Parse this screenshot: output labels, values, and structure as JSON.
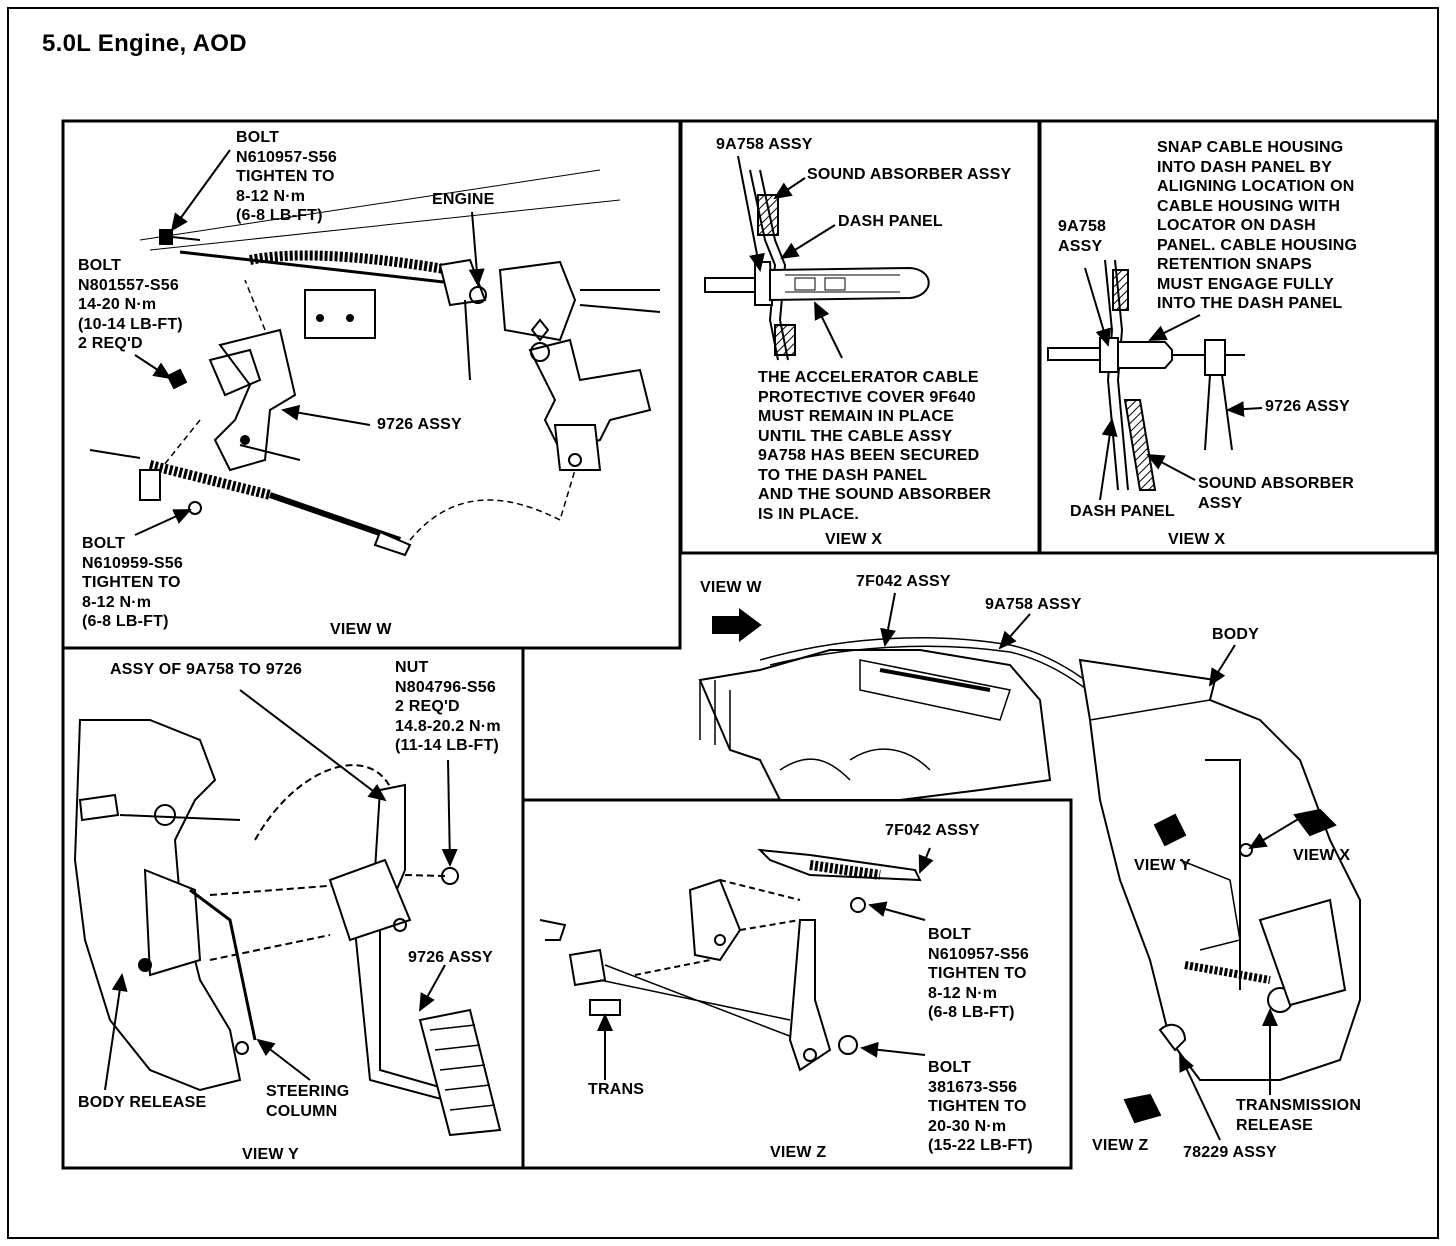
{
  "title": "5.0L Engine, AOD",
  "view_w": {
    "caption": "VIEW W",
    "bolt_top": "BOLT\nN610957-S56\nTIGHTEN TO\n8-12 N·m\n(6-8 LB-FT)",
    "engine": "ENGINE",
    "bolt_left": "BOLT\nN801557-S56\n14-20 N·m\n(10-14 LB-FT)\n2 REQ'D",
    "assy_9726": "9726 ASSY",
    "bolt_bottom": "BOLT\nN610959-S56\nTIGHTEN TO\n8-12 N·m\n(6-8 LB-FT)"
  },
  "view_x1": {
    "caption": "VIEW X",
    "assy_9a758": "9A758 ASSY",
    "sound_absorber": "SOUND ABSORBER ASSY",
    "dash_panel": "DASH PANEL",
    "note": "THE ACCELERATOR CABLE\nPROTECTIVE COVER 9F640\nMUST REMAIN IN PLACE\nUNTIL THE CABLE ASSY\n9A758 HAS BEEN SECURED\nTO THE DASH PANEL\nAND THE SOUND ABSORBER\nIS IN PLACE."
  },
  "view_x2": {
    "caption": "VIEW X",
    "note": "SNAP CABLE HOUSING\nINTO DASH PANEL BY\nALIGNING LOCATION ON\nCABLE HOUSING WITH\nLOCATOR ON DASH\nPANEL. CABLE HOUSING\nRETENTION SNAPS\nMUST ENGAGE FULLY\nINTO THE DASH PANEL",
    "assy_9a758": "9A758\nASSY",
    "assy_9726": "9726 ASSY",
    "sound_absorber": "SOUND ABSORBER\nASSY",
    "dash_panel": "DASH PANEL"
  },
  "view_y": {
    "caption": "VIEW Y",
    "assy_note": "ASSY OF 9A758 TO 9726",
    "nut": "NUT\nN804796-S56\n2 REQ'D\n14.8-20.2 N·m\n(11-14 LB-FT)",
    "assy_9726": "9726 ASSY",
    "body_release": "BODY RELEASE",
    "steering_column": "STEERING\nCOLUMN"
  },
  "view_z": {
    "caption": "VIEW Z",
    "assy_7f042": "7F042 ASSY",
    "bolt_top": "BOLT\nN610957-S56\nTIGHTEN TO\n8-12 N·m\n(6-8 LB-FT)",
    "bolt_bottom": "BOLT\n381673-S56\nTIGHTEN TO\n20-30 N·m\n(15-22 LB-FT)",
    "trans": "TRANS"
  },
  "overview": {
    "view_w": "VIEW W",
    "assy_7f042": "7F042 ASSY",
    "assy_9a758": "9A758 ASSY",
    "body": "BODY",
    "view_y": "VIEW Y",
    "view_x": "VIEW X",
    "view_z": "VIEW Z",
    "transmission_release": "TRANSMISSION\nRELEASE",
    "assy_78229": "78229 ASSY"
  }
}
